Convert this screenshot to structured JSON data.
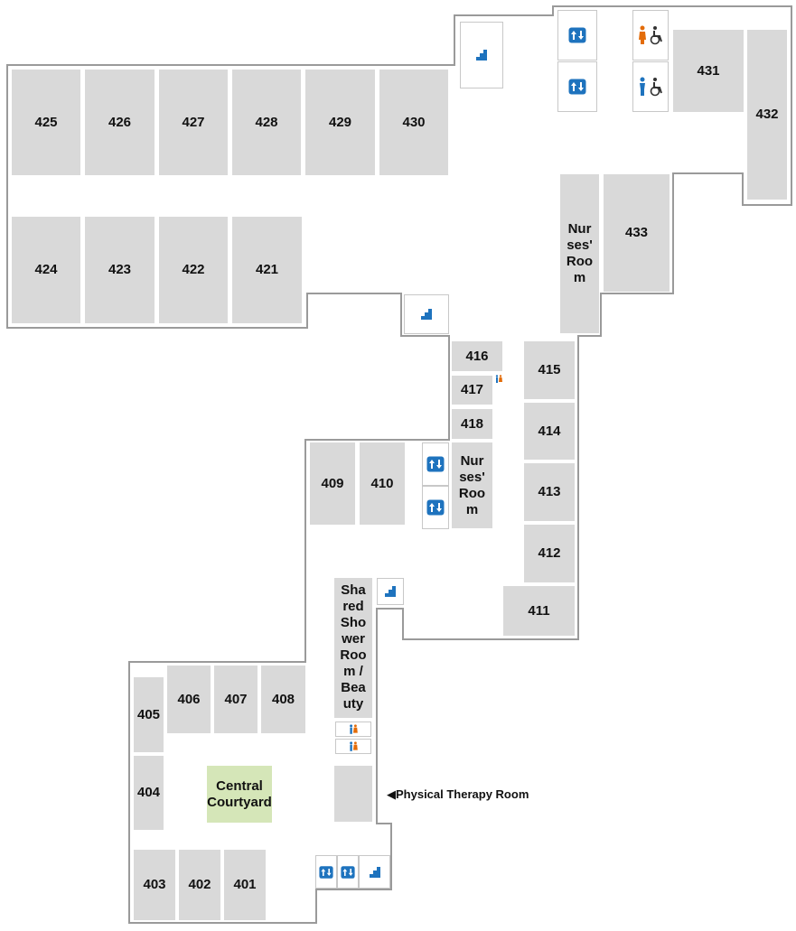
{
  "colors": {
    "outline": "#9a9a9a",
    "room": "#d9d9d9",
    "courtyard": "#d5e6b8",
    "icon_blue": "#1e73be",
    "icon_orange": "#e36c09"
  },
  "rooms": {
    "r425": "425",
    "r426": "426",
    "r427": "427",
    "r428": "428",
    "r429": "429",
    "r430": "430",
    "r431": "431",
    "r432": "432",
    "r433": "433",
    "r424": "424",
    "r423": "423",
    "r422": "422",
    "r421": "421",
    "r416": "416",
    "r417": "417",
    "r418": "418",
    "r415": "415",
    "r414": "414",
    "r413": "413",
    "r412": "412",
    "r411": "411",
    "r409": "409",
    "r410": "410",
    "r405": "405",
    "r406": "406",
    "r407": "407",
    "r408": "408",
    "r404": "404",
    "r403": "403",
    "r402": "402",
    "r401": "401",
    "nurses_room_upper": "Nurses' Room",
    "nurses_room_lower": "Nurses' Room",
    "shared_shower": "Shared Shower Room / Beauty",
    "courtyard": "Central Courtyard"
  },
  "labels": {
    "physical_therapy": "◀Physical Therapy Room"
  },
  "icons": {
    "stairs": "stairs-icon",
    "elevator": "elevator-icon",
    "restroom_women_accessible": "accessible-womens-restroom-icon",
    "restroom_men_accessible": "accessible-mens-restroom-icon",
    "restroom": "restroom-icon"
  }
}
